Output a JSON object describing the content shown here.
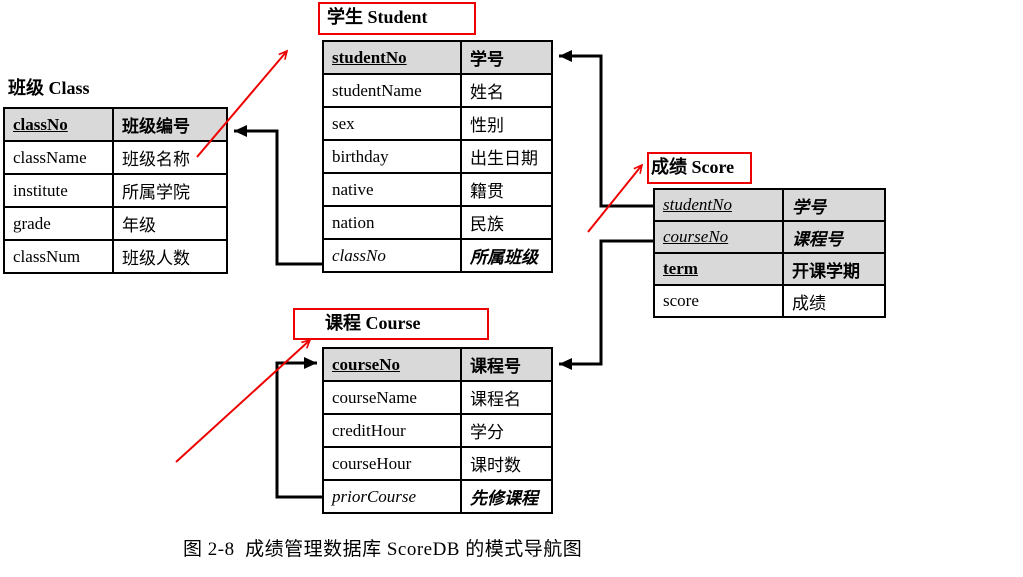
{
  "caption": "图 2-8  成绩管理数据库 ScoreDB 的模式导航图",
  "colors": {
    "accent_red": "#ee0000",
    "header_fill": "#d9d9d9",
    "line_black": "#000000",
    "background": "#ffffff"
  },
  "tables": {
    "class": {
      "title": "班级 Class",
      "rows": [
        {
          "field": "classNo",
          "label": "班级编号"
        },
        {
          "field": "className",
          "label": "班级名称"
        },
        {
          "field": "institute",
          "label": "所属学院"
        },
        {
          "field": "grade",
          "label": "年级"
        },
        {
          "field": "classNum",
          "label": "班级人数"
        }
      ]
    },
    "student": {
      "title": "学生 Student",
      "rows": [
        {
          "field": "studentNo",
          "label": "学号"
        },
        {
          "field": "studentName",
          "label": "姓名"
        },
        {
          "field": "sex",
          "label": "性别"
        },
        {
          "field": "birthday",
          "label": "出生日期"
        },
        {
          "field": "native",
          "label": "籍贯"
        },
        {
          "field": "nation",
          "label": "民族"
        },
        {
          "field": "classNo",
          "label": "所属班级"
        }
      ]
    },
    "score": {
      "title": "成绩 Score",
      "rows": [
        {
          "field": "studentNo",
          "label": "学号"
        },
        {
          "field": "courseNo",
          "label": "课程号"
        },
        {
          "field": "term",
          "label": "开课学期"
        },
        {
          "field": "score",
          "label": "成绩"
        }
      ]
    },
    "course": {
      "title": "课程 Course",
      "rows": [
        {
          "field": "courseNo",
          "label": "课程号"
        },
        {
          "field": "courseName",
          "label": "课程名"
        },
        {
          "field": "creditHour",
          "label": "学分"
        },
        {
          "field": "courseHour",
          "label": "课时数"
        },
        {
          "field": "priorCourse",
          "label": "先修课程"
        }
      ]
    }
  }
}
